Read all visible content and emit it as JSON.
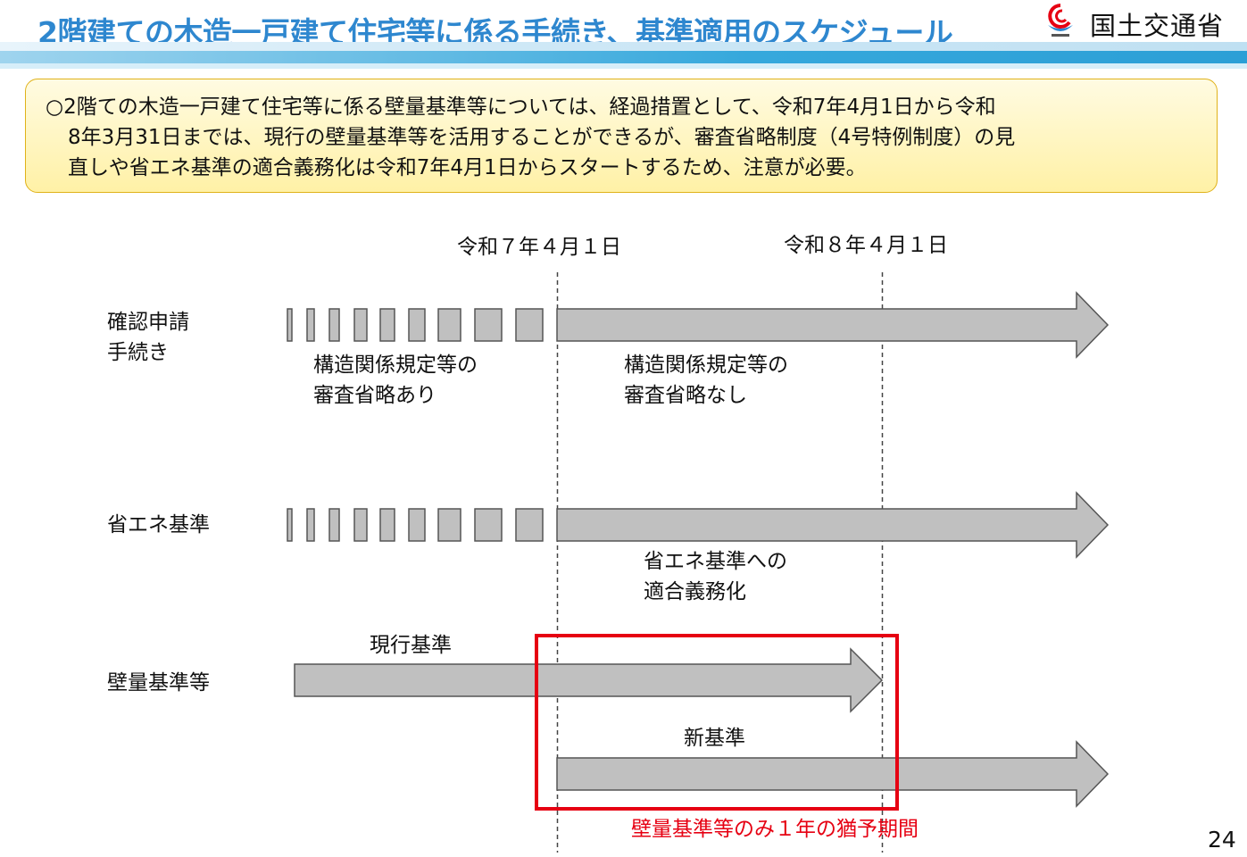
{
  "header": {
    "title": "2階建ての木造一戸建て住宅等に係る手続き、基準適用のスケジュール",
    "logo_text": "国土交通省",
    "brand_color": "#2e87cf"
  },
  "summary": {
    "line1": "○2階ての木造一戸建て住宅等に係る壁量基準等については、経過措置として、令和7年4月1日から令和",
    "line2": "8年3月31日までは、現行の壁量基準等を活用することができるが、審査省略制度（4号特例制度）の見",
    "line3": "直しや省エネ基準の適合義務化は令和7年4月1日からスタートするため、注意が必要。"
  },
  "timeline": {
    "date1": "令和７年４月１日",
    "date2": "令和８年４月１日"
  },
  "rows": {
    "confirm_line1": "確認申請",
    "confirm_line2": "手続き",
    "confirm_before_1": "構造関係規定等の",
    "confirm_before_2": "審査省略あり",
    "confirm_after_1": "構造関係規定等の",
    "confirm_after_2": "審査省略なし",
    "energy": "省エネ基準",
    "energy_after_1": "省エネ基準への",
    "energy_after_2": "適合義務化",
    "wall": "壁量基準等",
    "wall_current": "現行基準",
    "wall_new": "新基準"
  },
  "grace_note": "壁量基準等のみ１年の猶予期間",
  "page_number": "24",
  "colors": {
    "arrow_fill": "#c0c0c0",
    "arrow_stroke": "#555555",
    "highlight": "#e60012"
  }
}
